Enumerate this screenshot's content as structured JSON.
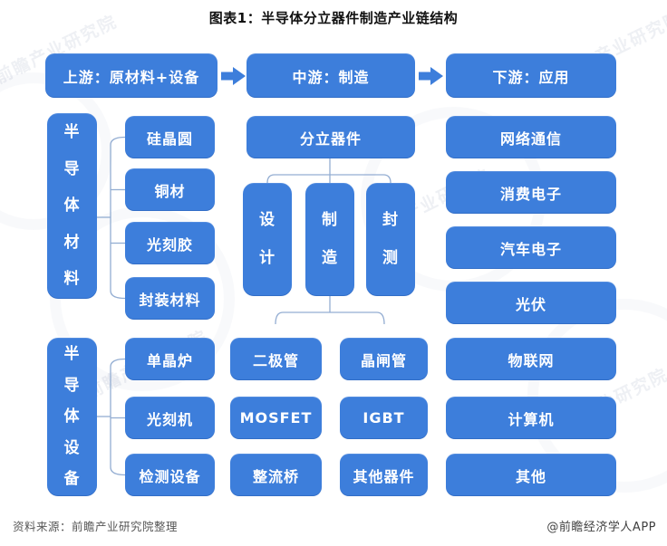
{
  "title": "图表1：半导体分立器件制造产业链结构",
  "colors": {
    "node_blue": "#3d7edb",
    "connector": "#93add2",
    "title_text": "#111111",
    "node_text": "#ffffff",
    "footer_text": "#575757"
  },
  "header": {
    "upstream": "上游：原材料+设备",
    "midstream": "中游：制造",
    "downstream": "下游：应用"
  },
  "materials": {
    "group_label": "半导体材料",
    "items": [
      "硅晶圆",
      "铜材",
      "光刻胶",
      "封装材料"
    ]
  },
  "equipment": {
    "group_label": "半导体设备",
    "items": [
      "单晶炉",
      "光刻机",
      "检测设备"
    ]
  },
  "midstream_chain": {
    "root": "分立器件",
    "stages": [
      "设计",
      "制造",
      "封测"
    ],
    "products": [
      "二极管",
      "晶闸管",
      "MOSFET",
      "IGBT",
      "整流桥",
      "其他器件"
    ]
  },
  "downstream_apps": [
    "网络通信",
    "消费电子",
    "汽车电子",
    "光伏",
    "物联网",
    "计算机",
    "其他"
  ],
  "footer": {
    "source": "资料来源：前瞻产业研究院整理",
    "credit": "@前瞻经济学人APP"
  },
  "watermark": {
    "brand": "前瞻产业研究院"
  }
}
